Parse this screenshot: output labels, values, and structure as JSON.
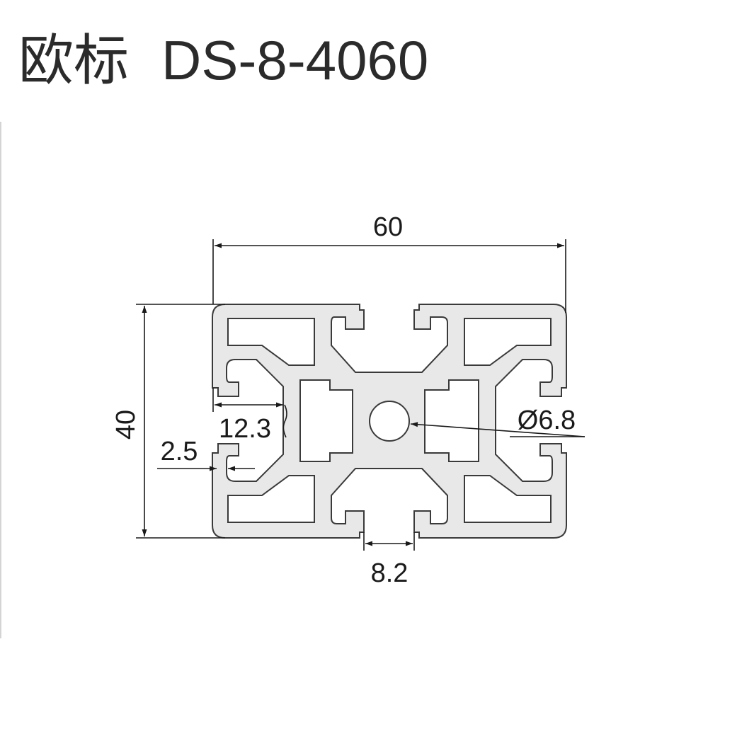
{
  "title": {
    "standard": "欧标",
    "model": "DS-8-4060"
  },
  "dimensions": {
    "width": "60",
    "height": "40",
    "groove_depth": "12.3",
    "wall_thickness": "2.5",
    "center_bore": "Ø6.8",
    "slot_width": "8.2"
  },
  "colors": {
    "profile_fill": "#e8e8e8",
    "profile_stroke": "#3a3a3a",
    "dimension_line": "#1a1a1a",
    "title_text": "#2b2b2b"
  }
}
